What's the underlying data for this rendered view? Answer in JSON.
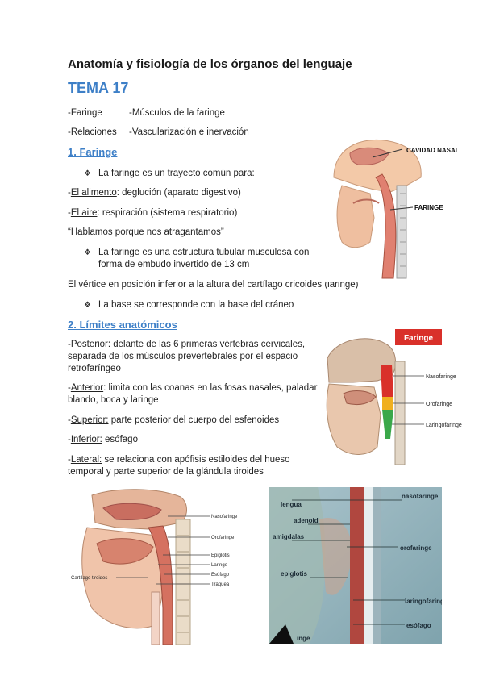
{
  "title": "Anatomía y fisiología de los órganos del lenguaje",
  "tema": "TEMA 17",
  "topics": [
    {
      "left": "-Faringe",
      "right": "-Músculos de la faringe"
    },
    {
      "left": "-Relaciones",
      "right": "-Vascularización e inervación"
    }
  ],
  "section1": {
    "heading": "1. Faringe",
    "bullet1": "La faringe es un trayecto común para:",
    "alimento_label": "El alimento",
    "alimento_text": ": deglución (aparato digestivo)",
    "aire_label": "El aire",
    "aire_text": ": respiración (sistema respiratorio)",
    "quote": "“Hablamos porque nos atragantamos”",
    "bullet2_line1": "La faringe es una estructura tubular musculosa con",
    "bullet2_line2": "forma de embudo invertido de 13 cm",
    "vertice": "El vértice en posición inferior a la altura del cartílago cricoides (laringe)",
    "bullet3": "La base se corresponde con la base del cráneo"
  },
  "section2": {
    "heading": "2. Límites anatómicos",
    "posterior_label": "Posterior",
    "posterior_text1": ": delante de las 6 primeras vértebras cervicales,",
    "posterior_text2": "separada de los músculos prevertebrales por el espacio",
    "posterior_text3": "retrofaríngeo",
    "anterior_label": "Anterior",
    "anterior_text1": ": limita con las coanas en las fosas nasales, paladar",
    "anterior_text2": "blando, boca y laringe",
    "superior_label": "Superior:",
    "superior_text": " parte posterior del cuerpo del esfenoides",
    "inferior_label": "Inferior:",
    "inferior_text": " esófago",
    "lateral_label": "Lateral:",
    "lateral_text1": " se relaciona con apófisis estiloides del hueso",
    "lateral_text2": "temporal y parte superior de la glándula tiroides"
  },
  "figure1": {
    "label1": "CAVIDAD NASAL",
    "label2": "FARINGE"
  },
  "figure2": {
    "header": "Faringe",
    "label1": "Nasofaringe",
    "label2": "Orofaringe",
    "label3": "Laringofaringe"
  },
  "figure3": {
    "labels": [
      "Nasofaringe",
      "Orofaringe",
      "Epiglotis",
      "Laringe",
      "Esófago",
      "Tráquea",
      "Cartílago tiroides"
    ]
  },
  "figure4": {
    "labels": [
      "nasofaringe",
      "lengua",
      "adenoid",
      "amigdalas",
      "orofaringe",
      "epiglotis",
      "laringofaring",
      "esófago",
      "inge"
    ]
  },
  "colors": {
    "accent": "#3d7fc7",
    "red_header": "#d9302a"
  }
}
